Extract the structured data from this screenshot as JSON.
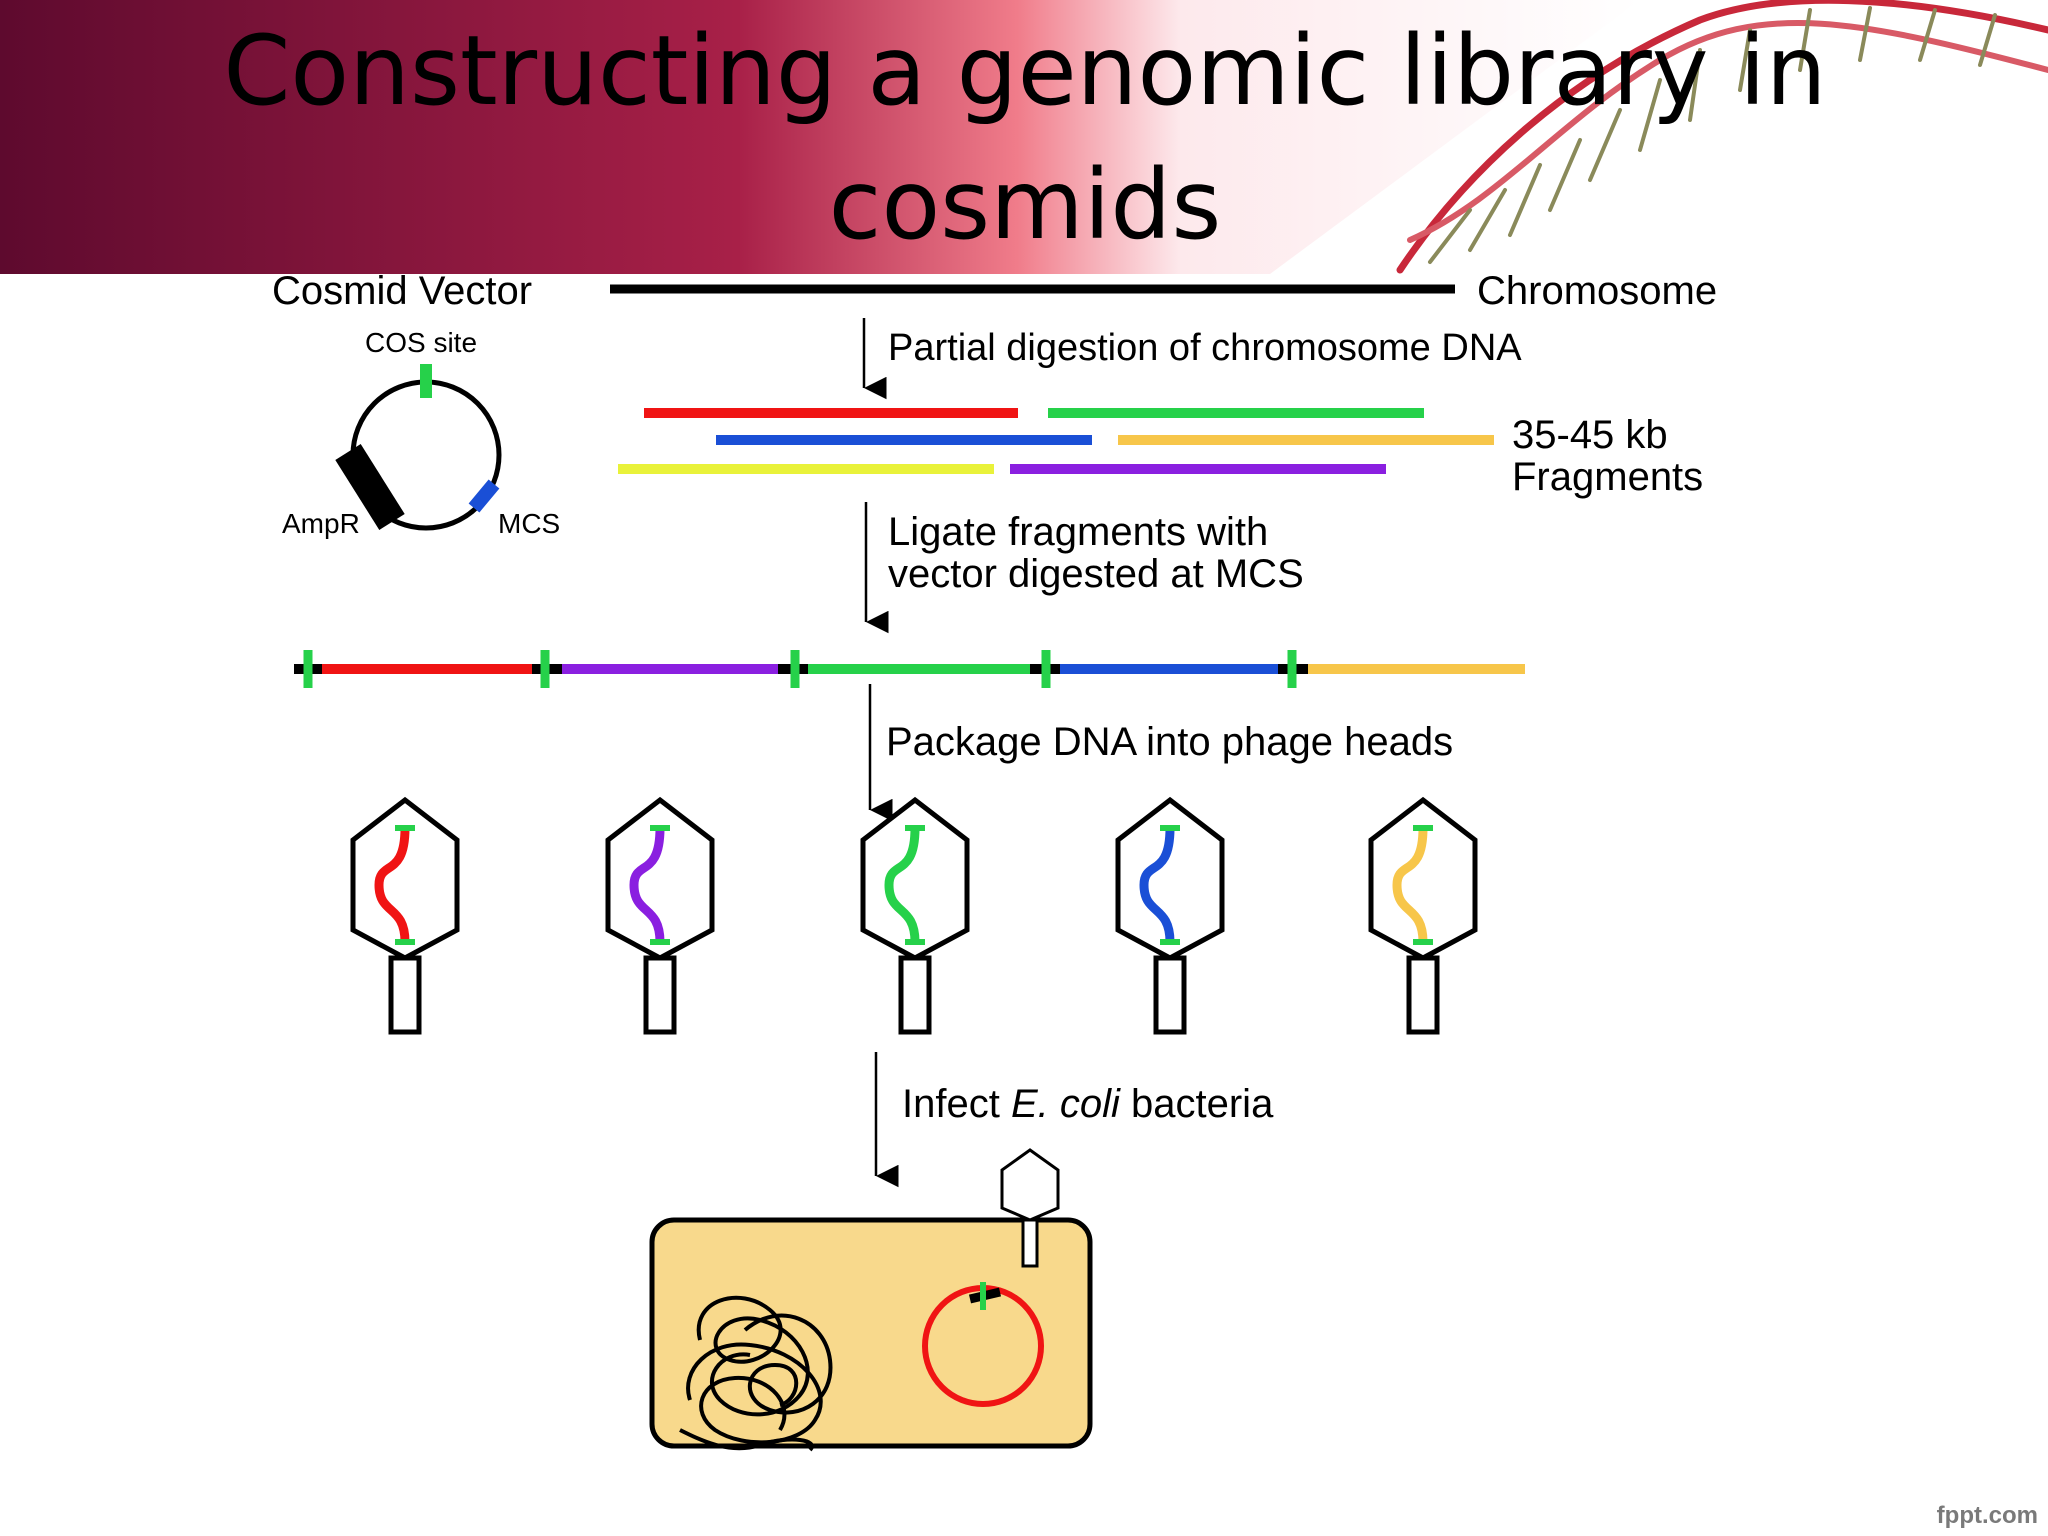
{
  "slide": {
    "title": "Constructing a genomic library in cosmids",
    "footer": "fppt.com"
  },
  "diagram": {
    "vector_label": "Cosmid Vector",
    "cos_site_label": "COS site",
    "ampr_label": "AmpR",
    "mcs_label": "MCS",
    "chromosome_label": "Chromosome",
    "step1": "Partial digestion of chromosome DNA",
    "fragments_size": "35-45 kb",
    "fragments_word": "Fragments",
    "step2_line1": "Ligate fragments with",
    "step2_line2": "vector digested at MCS",
    "step3": "Package DNA into phage heads",
    "step4_prefix": "Infect ",
    "step4_species": "E. coli",
    "step4_suffix": " bacteria"
  },
  "colors": {
    "banner_dark": "#5e0a2e",
    "banner_mid": "#a82048",
    "banner_light": "#f07c8a",
    "red": "#f01414",
    "green": "#26d14a",
    "blue": "#1a4fd6",
    "orange": "#f7c64a",
    "yellow": "#e9f23a",
    "purple": "#8a1fe0",
    "cell_fill": "#f8d98c"
  },
  "icons": [
    "dna-helix-icon",
    "plasmid-icon",
    "phage-icon",
    "bacterium-icon"
  ]
}
